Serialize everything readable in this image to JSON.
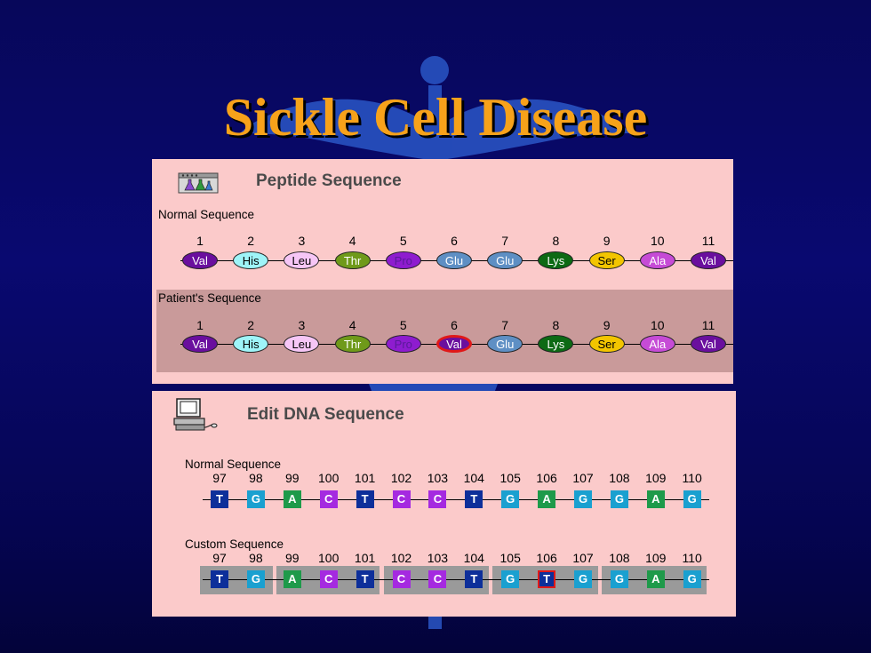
{
  "title": "Sickle Cell Disease",
  "peptide_panel": {
    "title": "Peptide Sequence",
    "normal_label": "Normal Sequence",
    "patient_label": "Patient's Sequence",
    "positions": [
      "1",
      "2",
      "3",
      "4",
      "5",
      "6",
      "7",
      "8",
      "9",
      "10",
      "11"
    ],
    "normal": [
      {
        "aa": "Val",
        "color": "#6a0f9e",
        "text": "#ffffff"
      },
      {
        "aa": "His",
        "color": "#9ef4f8",
        "text": "#000000"
      },
      {
        "aa": "Leu",
        "color": "#f6c6f6",
        "text": "#000000"
      },
      {
        "aa": "Thr",
        "color": "#6f9a1a",
        "text": "#ffffff"
      },
      {
        "aa": "Pro",
        "color": "#8e1ccf",
        "text": "#5a1a9a"
      },
      {
        "aa": "Glu",
        "color": "#5e8fc4",
        "text": "#ffffff"
      },
      {
        "aa": "Glu",
        "color": "#5e8fc4",
        "text": "#ffffff"
      },
      {
        "aa": "Lys",
        "color": "#0c6a14",
        "text": "#ffffff"
      },
      {
        "aa": "Ser",
        "color": "#f3c500",
        "text": "#000000"
      },
      {
        "aa": "Ala",
        "color": "#c64bd6",
        "text": "#ffffff"
      },
      {
        "aa": "Val",
        "color": "#6a0f9e",
        "text": "#ffffff"
      }
    ],
    "patient": [
      {
        "aa": "Val",
        "color": "#6a0f9e",
        "text": "#ffffff"
      },
      {
        "aa": "His",
        "color": "#9ef4f8",
        "text": "#000000"
      },
      {
        "aa": "Leu",
        "color": "#f6c6f6",
        "text": "#000000"
      },
      {
        "aa": "Thr",
        "color": "#6f9a1a",
        "text": "#ffffff"
      },
      {
        "aa": "Pro",
        "color": "#8e1ccf",
        "text": "#5a1a9a"
      },
      {
        "aa": "Val",
        "color": "#6a0f9e",
        "text": "#ffffff",
        "mutated": true
      },
      {
        "aa": "Glu",
        "color": "#5e8fc4",
        "text": "#ffffff"
      },
      {
        "aa": "Lys",
        "color": "#0c6a14",
        "text": "#ffffff"
      },
      {
        "aa": "Ser",
        "color": "#f3c500",
        "text": "#000000"
      },
      {
        "aa": "Ala",
        "color": "#c64bd6",
        "text": "#ffffff"
      },
      {
        "aa": "Val",
        "color": "#6a0f9e",
        "text": "#ffffff"
      }
    ]
  },
  "dna_panel": {
    "title": "Edit DNA Sequence",
    "normal_label": "Normal Sequence",
    "custom_label": "Custom Sequence",
    "positions": [
      "97",
      "98",
      "99",
      "100",
      "101",
      "102",
      "103",
      "104",
      "105",
      "106",
      "107",
      "108",
      "109",
      "110"
    ],
    "normal": [
      "T",
      "G",
      "A",
      "C",
      "T",
      "C",
      "C",
      "T",
      "G",
      "A",
      "G",
      "G",
      "A",
      "G"
    ],
    "custom": [
      "T",
      "G",
      "A",
      "C",
      "T",
      "C",
      "C",
      "T",
      "G",
      "T",
      "G",
      "G",
      "A",
      "G"
    ],
    "mutated_index": 9,
    "base_colors": {
      "T": "#0d2f9a",
      "G": "#1aa0d0",
      "A": "#1e9a4a",
      "C": "#a52ae0"
    }
  }
}
